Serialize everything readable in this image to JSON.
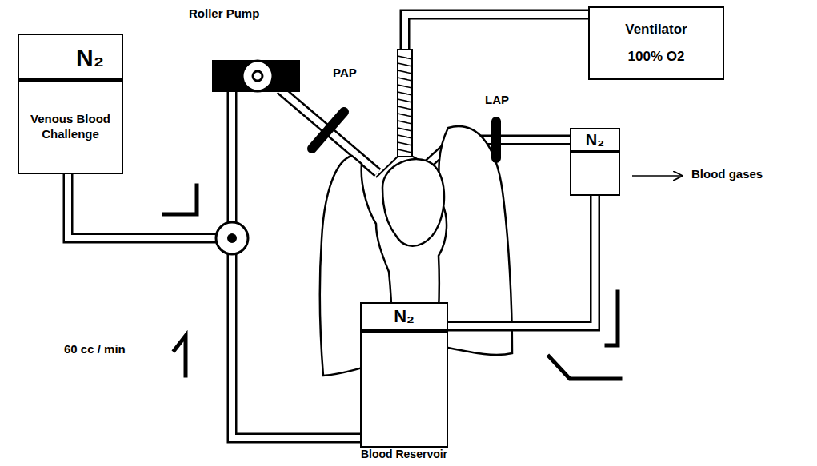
{
  "diagram": {
    "nodes": [
      {
        "text": [
          "N₂",
          "Venous Blood Challenge"
        ]
      },
      {
        "text": [
          "Ventilator 100% O2"
        ]
      },
      {
        "text": [
          "N₂"
        ]
      },
      {
        "text": [
          "N₂",
          "Blood Reservoir"
        ]
      }
    ],
    "edges": [
      {
        "from": 2,
        "to": 3,
        "arrow": "none"
      }
    ],
    "labels": [
      "Roller Pump",
      "PAP",
      "LAP",
      "Blood gases",
      "60 cc / min"
    ]
  }
}
